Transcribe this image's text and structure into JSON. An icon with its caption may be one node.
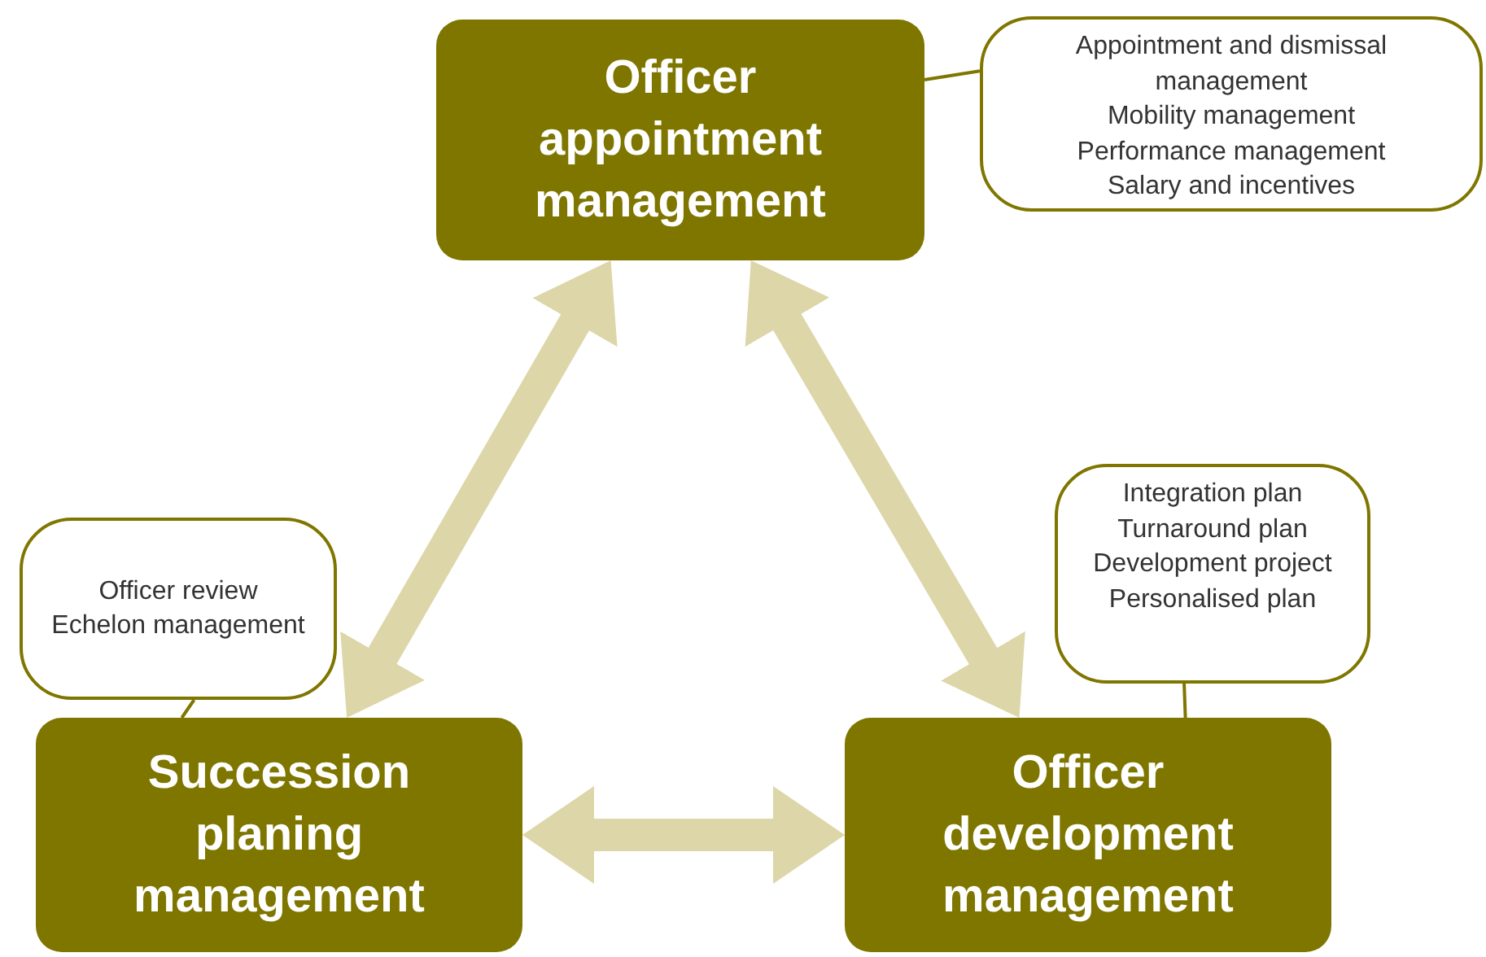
{
  "diagram": {
    "nodes": [
      {
        "text": [
          "Officer appointment management"
        ]
      },
      {
        "text": [
          "Appointment and dismissal management",
          "Mobility management",
          "Performance management",
          "Salary and incentives"
        ]
      },
      {
        "text": [
          "Integration plan",
          "Turnaround plan",
          "Development project",
          "Personalised plan"
        ]
      },
      {
        "text": [
          "Officer review",
          "Echelon management"
        ]
      },
      {
        "text": [
          "Succession planing management"
        ]
      },
      {
        "text": [
          "Officer development management"
        ]
      }
    ],
    "edges": [
      {
        "from": 0,
        "to": 4,
        "arrow": "both",
        "style": "thick",
        "color": "#ddd6a8"
      },
      {
        "from": 0,
        "to": 5,
        "arrow": "both",
        "style": "thick",
        "color": "#ddd6a8"
      },
      {
        "from": 4,
        "to": 5,
        "arrow": "both",
        "style": "thick",
        "color": "#ddd6a8"
      },
      {
        "from": 1,
        "to": 0,
        "arrow": "none",
        "color": "#7f7600"
      },
      {
        "from": 2,
        "to": 5,
        "arrow": "none",
        "color": "#7f7600"
      },
      {
        "from": 3,
        "to": 4,
        "arrow": "none",
        "color": "#7f7600"
      }
    ]
  }
}
